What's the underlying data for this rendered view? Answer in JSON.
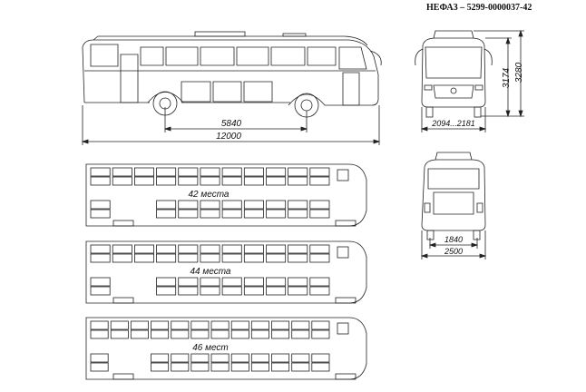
{
  "title": "НЕФАЗ – 5299-0000037-42",
  "side_view": {
    "dim_wheelbase": "5840",
    "dim_length": "12000"
  },
  "front_view": {
    "dim_height_1": "3174",
    "dim_height_2": "3280",
    "dim_width": "2094...2181"
  },
  "rear_view": {
    "dim_track": "1840",
    "dim_width": "2500"
  },
  "layouts": [
    {
      "label": "42 места"
    },
    {
      "label": "44 места"
    },
    {
      "label": "46 мест"
    }
  ],
  "line_color": "#222222"
}
